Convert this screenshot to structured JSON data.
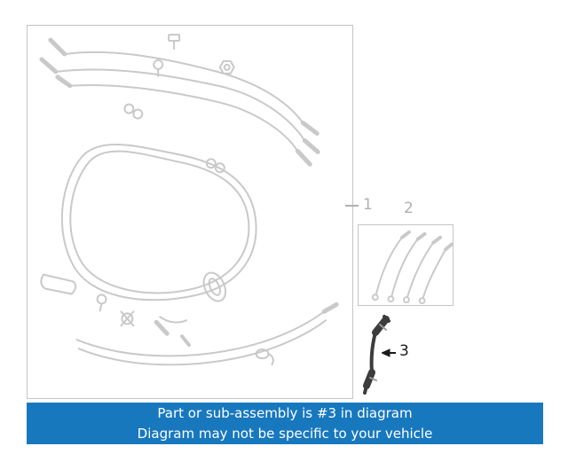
{
  "diagram": {
    "callouts": [
      {
        "id": "1",
        "label": "1"
      },
      {
        "id": "2",
        "label": "2"
      },
      {
        "id": "3",
        "label": "3"
      }
    ]
  },
  "banner": {
    "line1": "Part or sub-assembly is #3 in diagram",
    "line2": "Diagram may not be specific to your vehicle"
  },
  "colors": {
    "banner_bg": "#1878be",
    "banner_text": "#ffffff",
    "line_art": "#c9c9c9",
    "highlight_part": "#3c3c3c",
    "callout_gray": "#b0b0b0",
    "callout_black": "#1a1a1a",
    "box_border": "#c4c4c4",
    "page_bg": "#ffffff"
  }
}
